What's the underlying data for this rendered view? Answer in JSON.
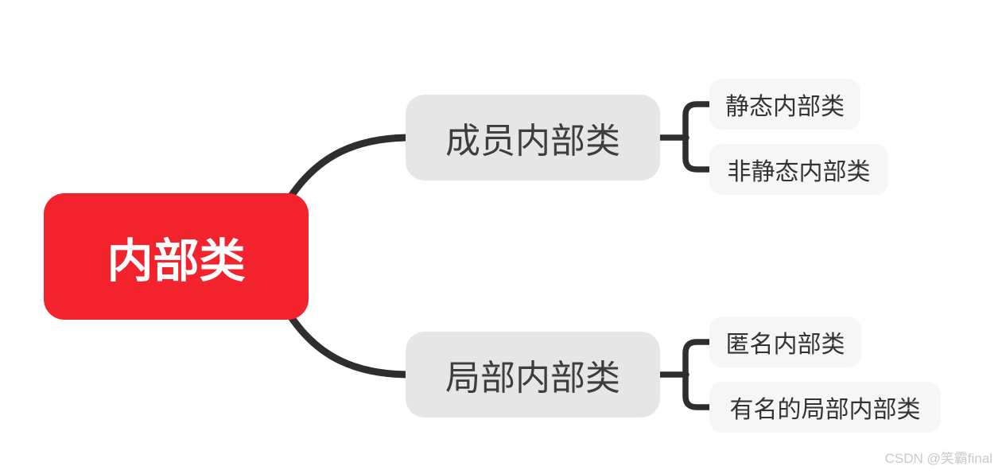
{
  "mindmap": {
    "root": {
      "label": "内部类"
    },
    "branches": [
      {
        "label": "成员内部类",
        "children": [
          {
            "label": "静态内部类"
          },
          {
            "label": "非静态内部类"
          }
        ]
      },
      {
        "label": "局部内部类",
        "children": [
          {
            "label": "匿名内部类"
          },
          {
            "label": "有名的局部内部类"
          }
        ]
      }
    ]
  },
  "colors": {
    "root-bg": "#F3232D",
    "root-text": "#FFFFFF",
    "branch-bg": "#E6E6E6",
    "branch-text": "#3D3D3D",
    "leaf-bg": "#F6F6F6",
    "leaf-text": "#333333",
    "line": "#2E2E2E",
    "watermark-text": "#C9C9C9",
    "background": "#FFFFFF"
  },
  "watermark": {
    "text": "CSDN @笑霸final"
  }
}
